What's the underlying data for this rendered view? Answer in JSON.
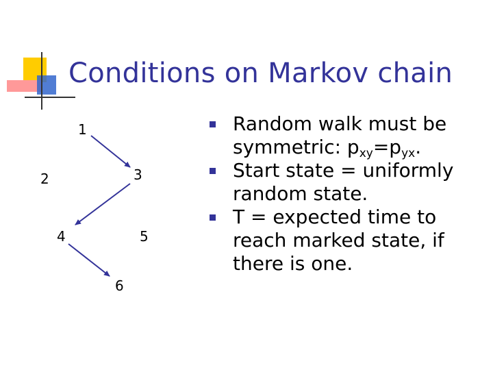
{
  "slide": {
    "title": "Conditions on Markov chain",
    "colors": {
      "title": "#333399",
      "arrow": "#333399",
      "bullet": "#333399",
      "logo_yellow": "#ffcc00",
      "logo_pink": "#ff9999",
      "logo_blue": "#3366cc"
    }
  },
  "graph": {
    "nodes": [
      {
        "id": "1",
        "label": "1"
      },
      {
        "id": "2",
        "label": "2"
      },
      {
        "id": "3",
        "label": "3"
      },
      {
        "id": "4",
        "label": "4"
      },
      {
        "id": "5",
        "label": "5"
      },
      {
        "id": "6",
        "label": "6",
        "marked": true
      }
    ],
    "edges": [
      {
        "from": "1",
        "to": "3"
      },
      {
        "from": "3",
        "to": "4"
      },
      {
        "from": "4",
        "to": "6"
      }
    ]
  },
  "bullets": [
    {
      "prefix": "Random walk must be symmetric: p",
      "sub1": "xy",
      "mid": "=p",
      "sub2": "yx",
      "suffix": "."
    },
    {
      "text": "Start state = uniformly random state."
    },
    {
      "text": "T = expected time to reach marked state, if there is one."
    }
  ]
}
